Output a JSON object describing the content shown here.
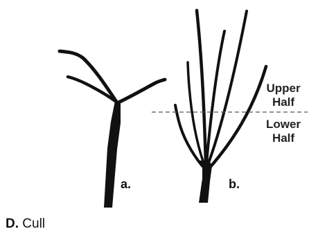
{
  "labels": {
    "tree_a": "a.",
    "tree_b": "b."
  },
  "zone_labels": {
    "upper": [
      "Upper",
      "Half"
    ],
    "lower": [
      "Lower",
      "Half"
    ]
  },
  "caption": {
    "letter": "D.",
    "text": "Cull"
  },
  "colors": {
    "ink": "#111111",
    "divider": "#555555",
    "background": "#ffffff"
  }
}
